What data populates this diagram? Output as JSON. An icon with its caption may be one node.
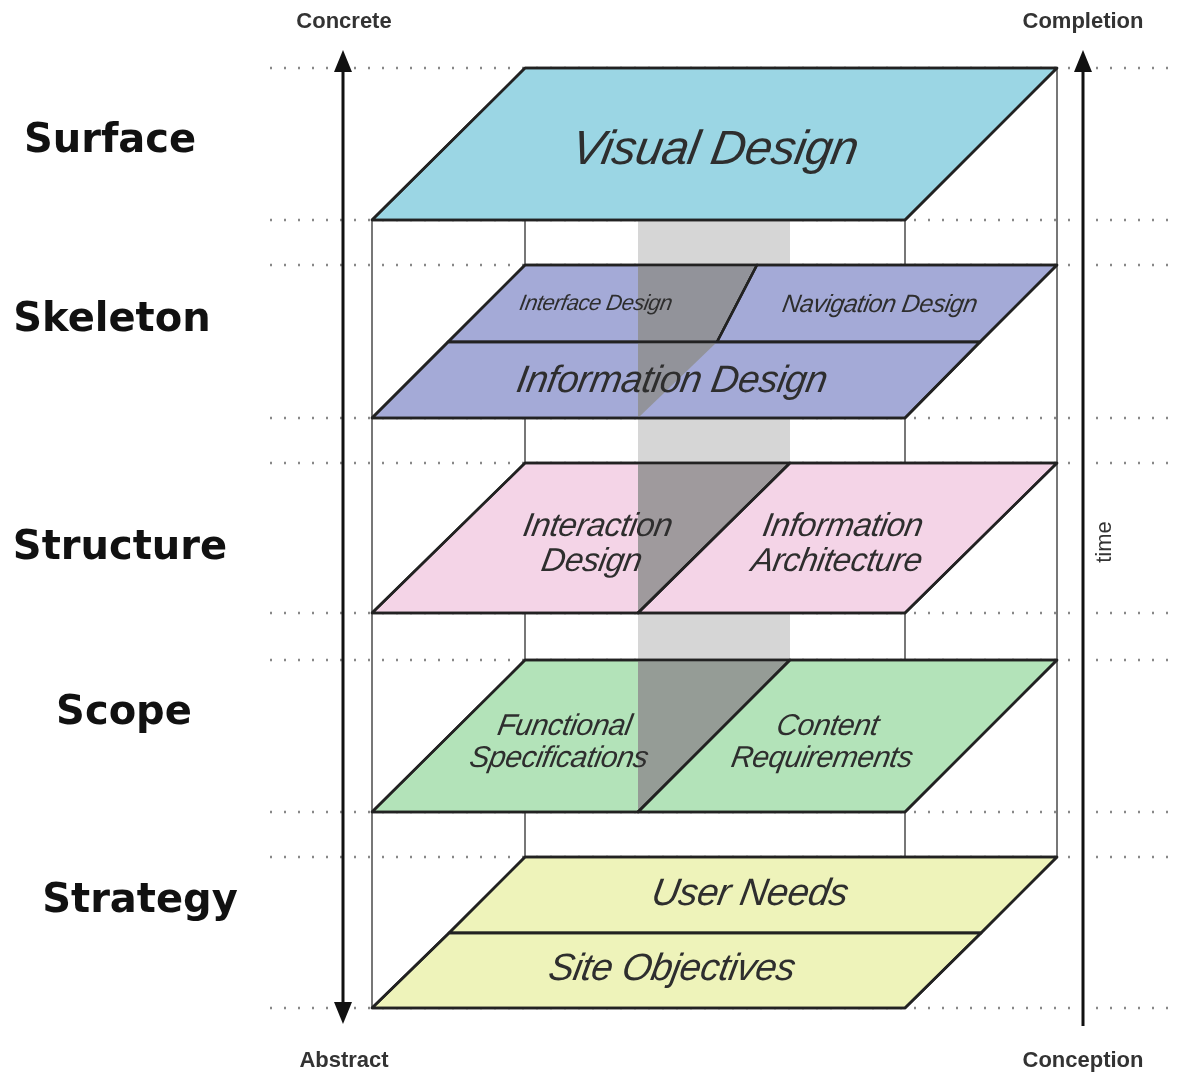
{
  "diagram": {
    "nodes": [
      {
        "text": [
          "Visual Design"
        ]
      },
      {
        "text": [
          "Interface Design"
        ]
      },
      {
        "text": [
          "Navigation Design"
        ]
      },
      {
        "text": [
          "Information Design"
        ]
      },
      {
        "text": [
          "Interaction Design"
        ]
      },
      {
        "text": [
          "Information Architecture"
        ]
      },
      {
        "text": [
          "Functional Specifications"
        ]
      },
      {
        "text": [
          "Content Requirements"
        ]
      },
      {
        "text": [
          "User Needs"
        ]
      },
      {
        "text": [
          "Site Objectives"
        ]
      }
    ],
    "edges": [],
    "labels": [
      "Concrete",
      "Completion",
      "Surface",
      "Skeleton",
      "Structure",
      "time",
      "Scope",
      "Strategy",
      "Abstract",
      "Conception"
    ]
  }
}
